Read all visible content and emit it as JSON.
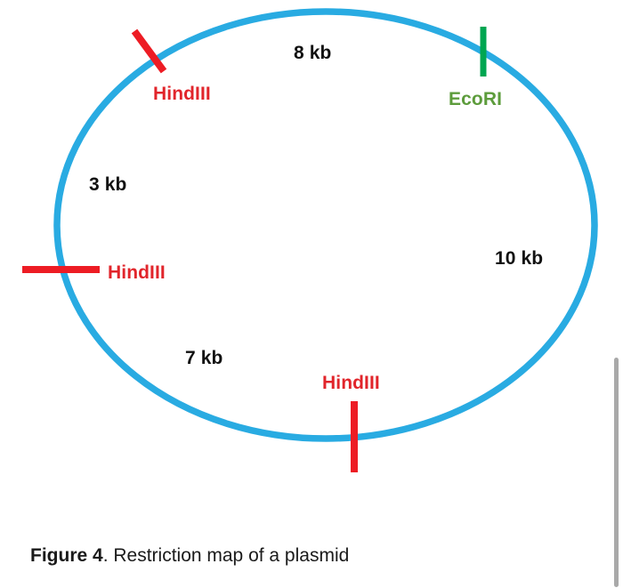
{
  "figure": {
    "caption_strong": "Figure 4",
    "caption_rest": ". Restriction map of a plasmid"
  },
  "colors": {
    "plasmid_circle": "#29ABE2",
    "hindiii_mark": "#ED1C24",
    "hindiii_text": "#E1252B",
    "ecori_mark": "#00A651",
    "ecori_text": "#5D9C3C",
    "size_text": "#111111",
    "scrollbar_thumb": "#a9a9a9"
  },
  "map": {
    "shape": "circular-plasmid",
    "segments": [
      {
        "id": "seg-8kb",
        "label": "8 kb",
        "value": 8,
        "unit": "kb",
        "position": "top"
      },
      {
        "id": "seg-10kb",
        "label": "10 kb",
        "value": 10,
        "unit": "kb",
        "position": "right"
      },
      {
        "id": "seg-7kb",
        "label": "7 kb",
        "value": 7,
        "unit": "kb",
        "position": "bottom-left"
      },
      {
        "id": "seg-3kb",
        "label": "3 kb",
        "value": 3,
        "unit": "kb",
        "position": "left"
      }
    ],
    "sites": [
      {
        "id": "site-hindiii-top",
        "enzyme": "HindIII",
        "label": "HindIII",
        "orientation": "diagonal",
        "position": "upper-left"
      },
      {
        "id": "site-ecori",
        "enzyme": "EcoRI",
        "label": "EcoRI",
        "orientation": "vertical",
        "position": "upper-right"
      },
      {
        "id": "site-hindiii-left",
        "enzyme": "HindIII",
        "label": "HindIII",
        "orientation": "horizontal",
        "position": "left"
      },
      {
        "id": "site-hindiii-bottom",
        "enzyme": "HindIII",
        "label": "HindIII",
        "orientation": "vertical",
        "position": "bottom"
      }
    ]
  },
  "scrollbar": {
    "orientation": "vertical",
    "thumb_visible": true
  }
}
